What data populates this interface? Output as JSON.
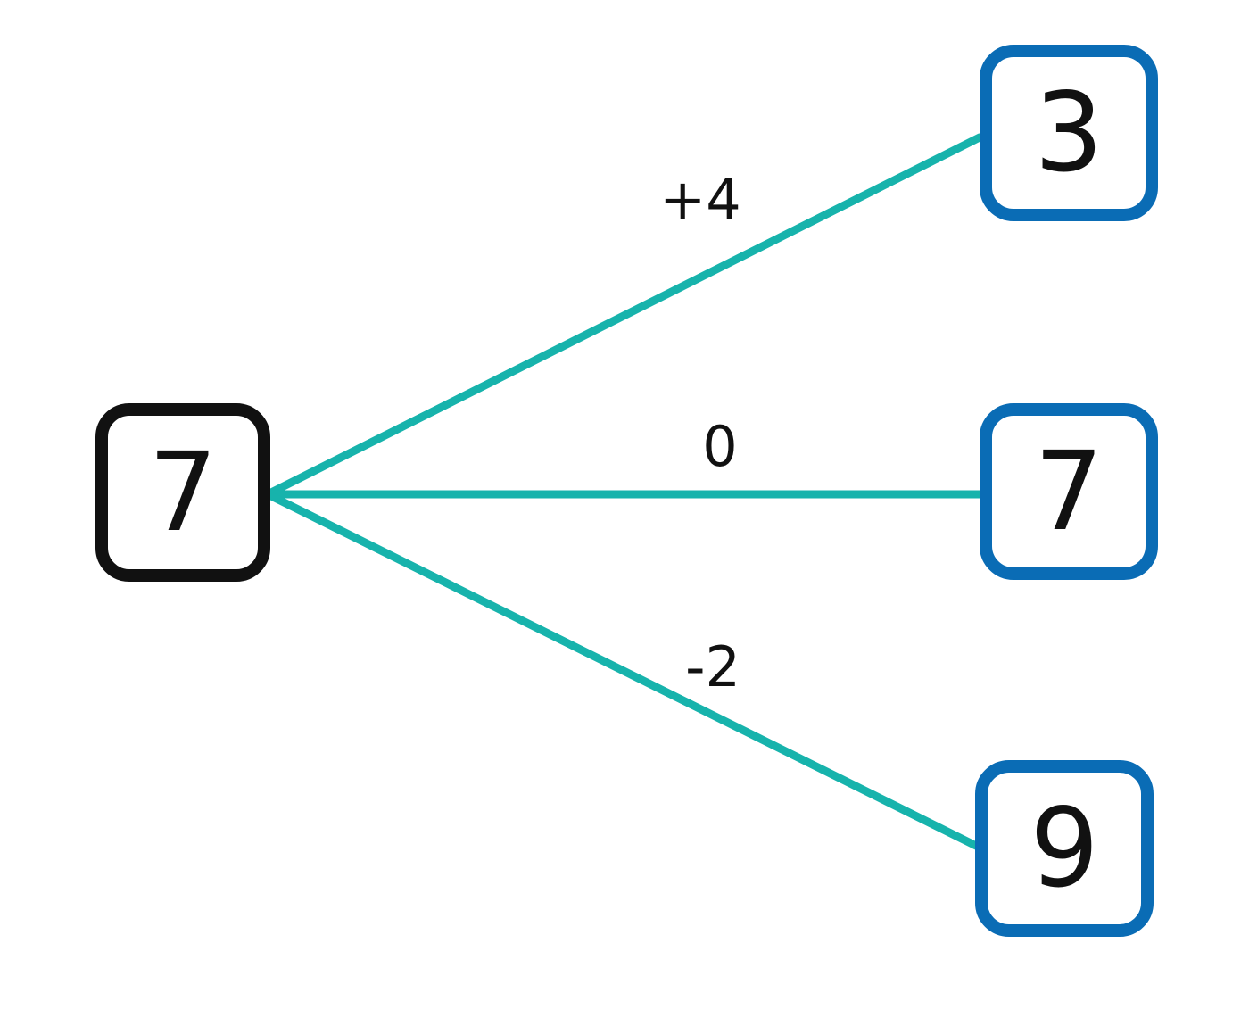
{
  "diagram": {
    "description": "mapping-diagram",
    "source_node": {
      "value": "7"
    },
    "edges": [
      {
        "label": "+4",
        "target": "3"
      },
      {
        "label": "0",
        "target": "7"
      },
      {
        "label": "-2",
        "target": "9"
      }
    ],
    "colors": {
      "line": "#17b3ac",
      "target_border": "#0a6cb5",
      "source_border": "#111111",
      "text": "#111111",
      "background": "#ffffff"
    }
  }
}
